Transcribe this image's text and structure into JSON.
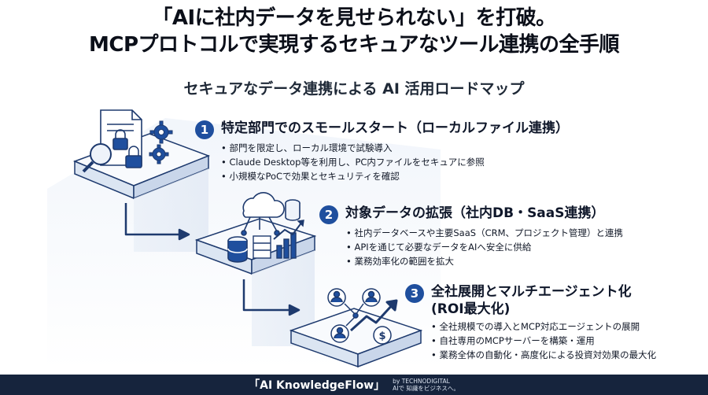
{
  "title": {
    "line1": "「AIに社内データを見せられない」を打破。",
    "line2": "MCPプロトコルで実現するセキュアなツール連携の全手順"
  },
  "subtitle": "セキュアなデータ連携による AI 活用ロードマップ",
  "steps": [
    {
      "number": "1",
      "title": "特定部門でのスモールスタート（ローカルファイル連携）",
      "bullets": [
        "部門を限定し、ローカル環境で試験導入",
        "Claude Desktop等を利用し、PC内ファイルをセキュアに参照",
        "小規模なPoCで効果とセキュリティを確認"
      ]
    },
    {
      "number": "2",
      "title": "対象データの拡張（社内DB・SaaS連携）",
      "bullets": [
        "社内データベースや主要SaaS（CRM、プロジェクト管理）と連携",
        "APIを通じて必要なデータをAIへ安全に供給",
        "業務効率化の範囲を拡大"
      ]
    },
    {
      "number": "3",
      "title_line1": "全社展開とマルチエージェント化",
      "title_line2": "(ROI最大化)",
      "bullets": [
        "全社規模での導入とMCP対応エージェントの展開",
        "自社専用のMCPサーバーを構築・運用",
        "業務全体の自動化・高度化による投資対効果の最大化"
      ]
    }
  ],
  "footer": {
    "brand": "「AI KnowledgeFlow」",
    "by_line1": "by TECHNODIGITAL",
    "by_line2": "AIで 知識をビジネスへ。"
  },
  "colors": {
    "accent": "#1f4f9e",
    "line": "#1e3a6e",
    "step_fill": "#f1f5fb",
    "footer": "#16243d"
  },
  "icons": {
    "step1": [
      "document-lock-icon",
      "magnifier-icon",
      "gear-icon"
    ],
    "step2": [
      "cloud-network-icon",
      "database-icon",
      "bar-chart-icon"
    ],
    "step3": [
      "user-network-icon",
      "rising-arrow-icon",
      "dollar-coin-icon"
    ]
  }
}
